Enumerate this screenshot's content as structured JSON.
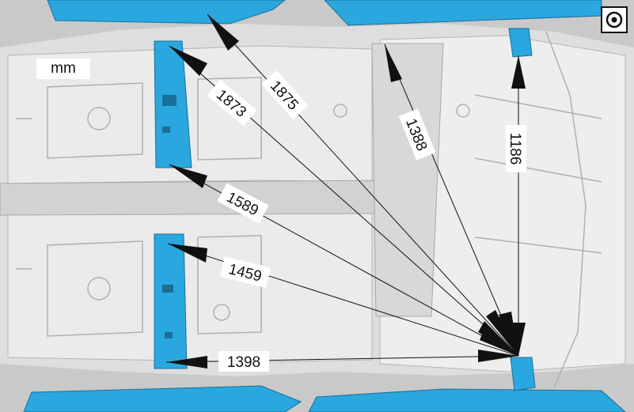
{
  "diagram": {
    "unit_label": "mm",
    "view_icon": "bottom-view-icon",
    "colors": {
      "highlight": "#2aa7df",
      "body_light": "#e9e9e9",
      "body_mid": "#cfcfcf",
      "line": "#222222"
    },
    "dimensions": [
      {
        "id": "dim-1875",
        "label": "1875"
      },
      {
        "id": "dim-1873",
        "label": "1873"
      },
      {
        "id": "dim-1388",
        "label": "1388"
      },
      {
        "id": "dim-1186",
        "label": "1186"
      },
      {
        "id": "dim-1589",
        "label": "1589"
      },
      {
        "id": "dim-1459",
        "label": "1459"
      },
      {
        "id": "dim-1398",
        "label": "1398"
      }
    ]
  }
}
